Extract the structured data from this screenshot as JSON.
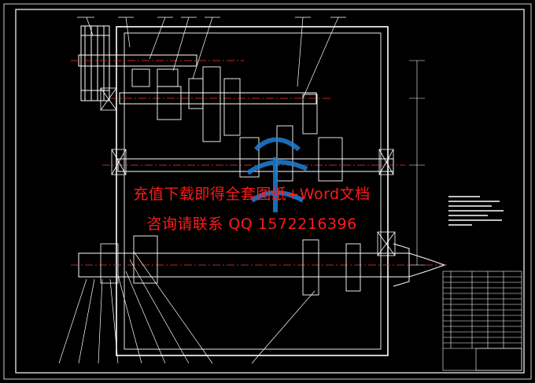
{
  "drawing": {
    "type": "gearbox-assembly-cad",
    "colors": {
      "background": "#000000",
      "frame": "#ffffff",
      "housing": "#ffffff",
      "centerline": "#ff3030",
      "callout_lines": "#ffffff",
      "overlay_text": "#ff1a1a",
      "watermark": "#1f7fd6"
    }
  },
  "overlay": {
    "line1": "充值下载即得全套图纸+Word文档",
    "line2": "咨询请联系  QQ 1572216396"
  },
  "watermark": {
    "icon": "cloud-watermark-icon"
  }
}
